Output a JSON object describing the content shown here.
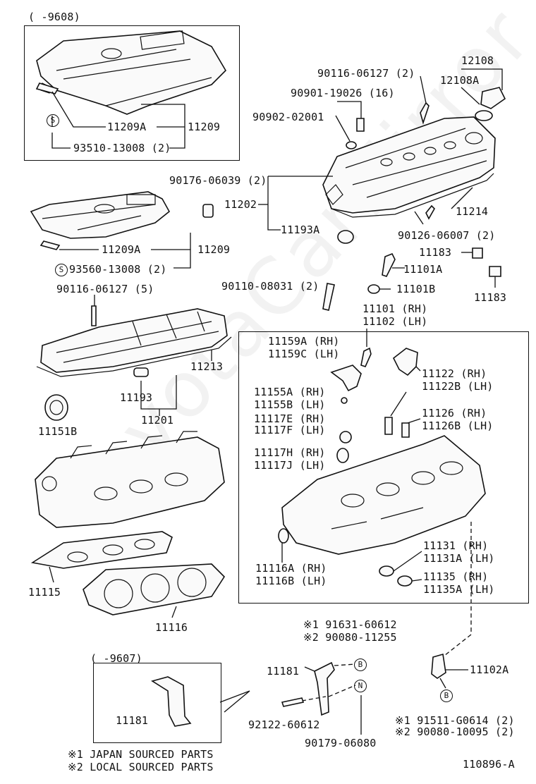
{
  "watermark": "ToyotaCarMirror",
  "boxes": {
    "top_left_date": "(      -9608)",
    "bottom_left_date": "(      -9607)"
  },
  "labels": {
    "p90116_06127_2": "90116-06127 (2)",
    "p12108": "12108",
    "p12108A": "12108A",
    "p90901_19026": "90901-19026 (16)",
    "p90902_02001": "90902-02001",
    "p11209A_top": "11209A",
    "p11209_top": "11209",
    "p93510": "93510-13008 (2)",
    "p90176": "90176-06039 (2)",
    "p11202": "11202",
    "p11214": "11214",
    "p11193A": "11193A",
    "p90126": "90126-06007 (2)",
    "p11209A_mid": "11209A",
    "p11209_mid": "11209",
    "p93560": "93560-13008 (2)",
    "p11183a": "11183",
    "p11101A": "11101A",
    "p11183b": "11183",
    "p90110": "90110-08031 (2)",
    "p11101B": "11101B",
    "p90116_06127_5": "90116-06127 (5)",
    "p11101": "11101 (RH)",
    "p11102": "11102 (LH)",
    "p11159A": "11159A (RH)",
    "p11159C": "11159C (LH)",
    "p11213": "11213",
    "p11122": "11122  (RH)",
    "p11122B": "11122B (LH)",
    "p11193": "11193",
    "p11155A": "11155A (RH)",
    "p11155B": "11155B (LH)",
    "p11201": "11201",
    "p11117E": "11117E (RH)",
    "p11117F": "11117F (LH)",
    "p11126": "11126  (RH)",
    "p11126B": "11126B (LH)",
    "p11151B": "11151B",
    "p11117H": "11117H (RH)",
    "p11117J": "11117J (LH)",
    "p11131": "11131  (RH)",
    "p11131A": "11131A (LH)",
    "p11116A": "11116A (RH)",
    "p11116B": "11116B (LH)",
    "p11135": "11135  (RH)",
    "p11135A": "11135A (LH)",
    "p11115": "11115",
    "p11116": "11116",
    "p191631": "※1 91631-60612",
    "p290080_11255": "※2 90080-11255",
    "p11181": "11181",
    "p11102A": "11102A",
    "p11181_box": "11181",
    "p92122": "92122-60612",
    "p191511": "※1 91511-G0614 (2)",
    "p290080_10095": "※2 90080-10095 (2)",
    "p90179": "90179-06080",
    "ref_code": "110896-A"
  },
  "markers": {
    "s1": "S",
    "s2": "S",
    "b1": "B",
    "n1": "N",
    "b2": "B"
  },
  "notes": {
    "note1": "※1 JAPAN  SOURCED  PARTS",
    "note2": "※2 LOCAL  SOURCED  PARTS"
  }
}
